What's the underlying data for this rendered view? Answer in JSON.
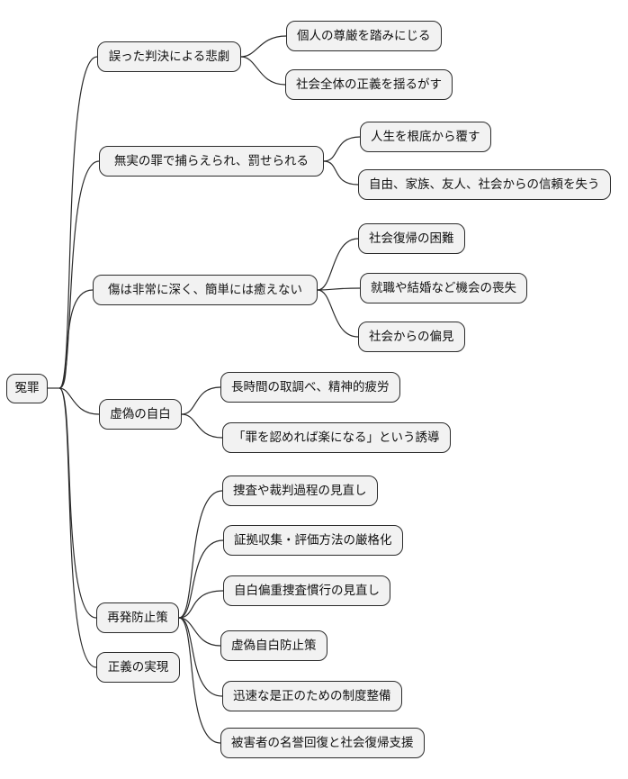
{
  "diagram": {
    "type": "mindmap",
    "root": {
      "label": "冤罪"
    },
    "branches": [
      {
        "label": "誤った判決による悲劇",
        "children": [
          "個人の尊厳を踏みにじる",
          "社会全体の正義を揺るがす"
        ]
      },
      {
        "label": "無実の罪で捕らえられ、罰せられる",
        "children": [
          "人生を根底から覆す",
          "自由、家族、友人、社会からの信頼を失う"
        ]
      },
      {
        "label": "傷は非常に深く、簡単には癒えない",
        "children": [
          "社会復帰の困難",
          "就職や結婚など機会の喪失",
          "社会からの偏見"
        ]
      },
      {
        "label": "虚偽の自白",
        "children": [
          "長時間の取調べ、精神的疲労",
          "「罪を認めれば楽になる」という誘導"
        ]
      },
      {
        "label": "再発防止策",
        "children": [
          "捜査や裁判過程の見直し",
          "証拠収集・評価方法の厳格化",
          "自白偏重捜査慣行の見直し",
          "虚偽自白防止策",
          "迅速な是正のための制度整備",
          "被害者の名誉回復と社会復帰支援"
        ]
      },
      {
        "label": "正義の実現",
        "children": []
      }
    ],
    "colors": {
      "node_fill": "#f2f2f2",
      "node_border": "#2b2b2b",
      "connector": "#2b2b2b",
      "background": "#ffffff"
    }
  }
}
